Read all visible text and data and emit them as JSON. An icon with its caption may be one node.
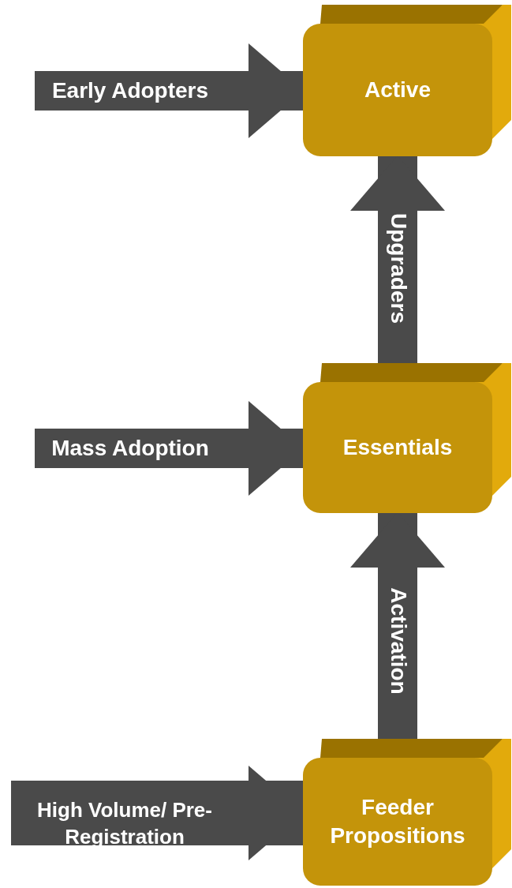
{
  "diagram": {
    "nodes": [
      {
        "text": [
          "Active"
        ]
      },
      {
        "text": [
          "Essentials"
        ]
      },
      {
        "text": [
          "Feeder Propositions"
        ]
      }
    ],
    "edges": [
      {
        "from": null,
        "to": 0,
        "arrow": "to",
        "label": "Early Adopters"
      },
      {
        "from": 1,
        "to": 0,
        "arrow": "to",
        "label": "Upgraders"
      },
      {
        "from": null,
        "to": 1,
        "arrow": "to",
        "label": "Mass Adoption"
      },
      {
        "from": 2,
        "to": 1,
        "arrow": "to",
        "label": "Activation"
      },
      {
        "from": null,
        "to": 2,
        "arrow": "to",
        "label": "High Volume/ Pre-Registration"
      }
    ]
  }
}
